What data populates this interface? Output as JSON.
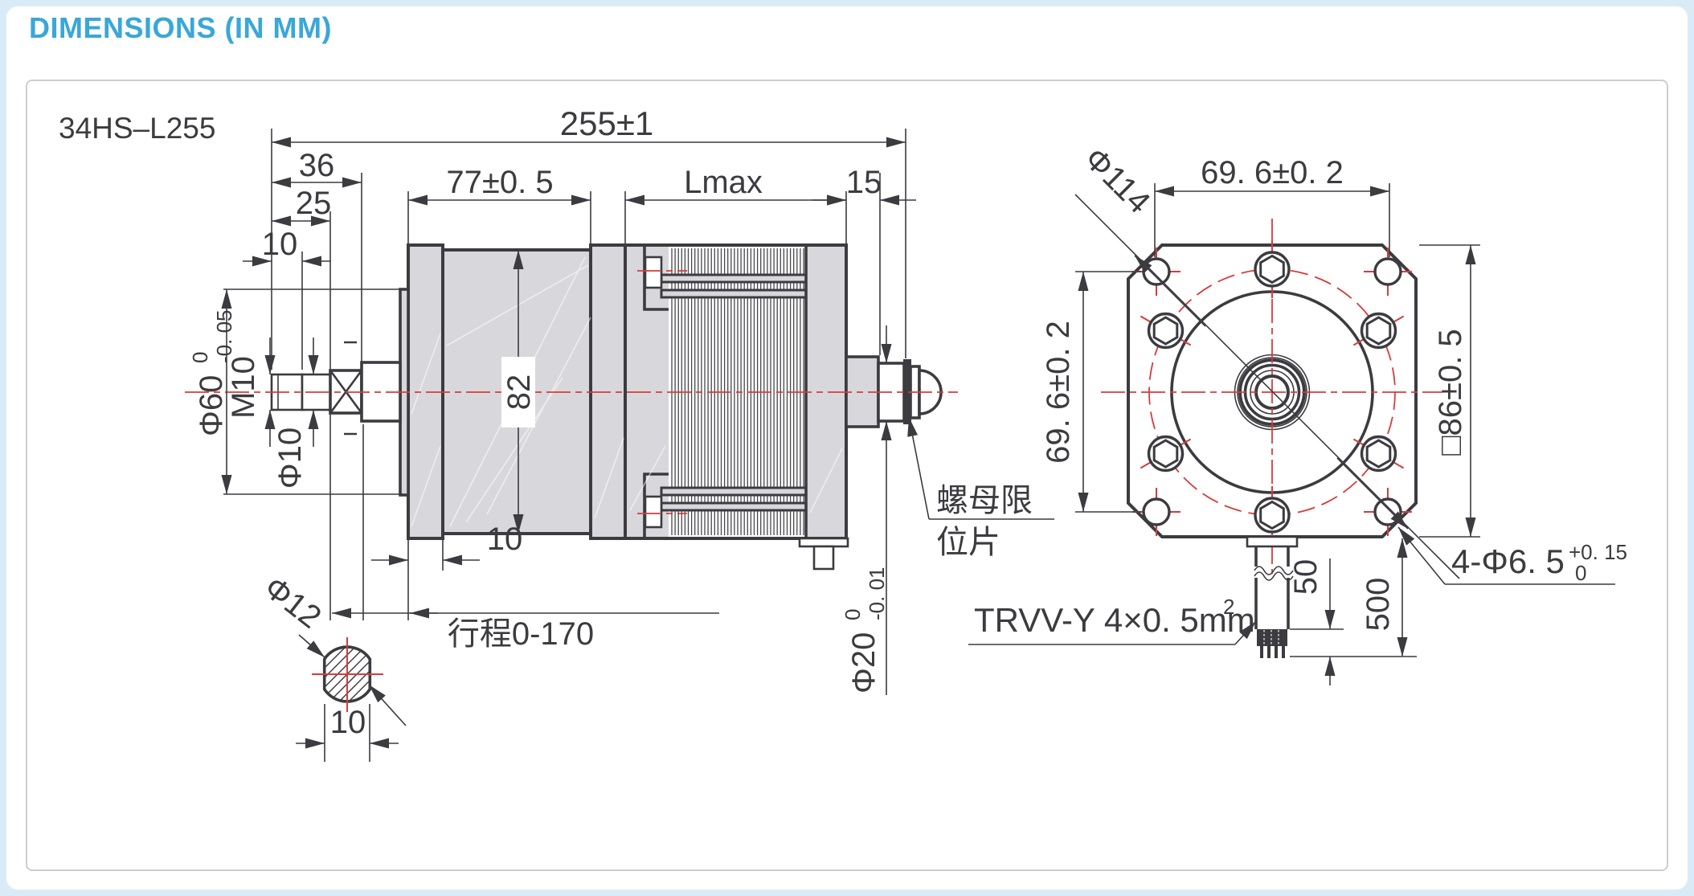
{
  "title": "DIMENSIONS (IN MM)",
  "model": "34HS–L255",
  "colors": {
    "accent": "#3aa7d8",
    "line": "#3b3b40",
    "fin": "#47474c",
    "red": "#d63c3c",
    "gray_fill": "#d8d8dc",
    "page_bg": "#d9ebf6",
    "box_border": "#caced3"
  },
  "drawing": {
    "side": {
      "d255": "255±1",
      "d36": "36",
      "d25": "25",
      "d10a": "10",
      "d77": "77±0. 5",
      "dlmax": "Lmax",
      "d15": "15",
      "d82": "82",
      "d60": {
        "main": "Φ60",
        "sup": "0",
        "sub": "-0. 05"
      },
      "m10": "M10",
      "d10": "Φ10",
      "plate10": "10",
      "stroke_label": "行程0-170",
      "d12": "Φ12",
      "flat10": "10",
      "nut_label_1": "螺母限",
      "nut_label_2": "位片",
      "d20": {
        "main": "Φ20",
        "sup": "0",
        "sub": "-0. 01"
      }
    },
    "front": {
      "d114": "Φ114",
      "top696": "69. 6±0. 2",
      "left696": "69. 6±0. 2",
      "d86": "□86±0. 5",
      "holes": {
        "main": "4-Φ6. 5",
        "sup": "+0. 15",
        "sub": "0"
      },
      "cable": {
        "main": "TRVV-Y 4×0. 5mm",
        "sup": "2"
      },
      "d50": "50",
      "d500": "500"
    }
  }
}
